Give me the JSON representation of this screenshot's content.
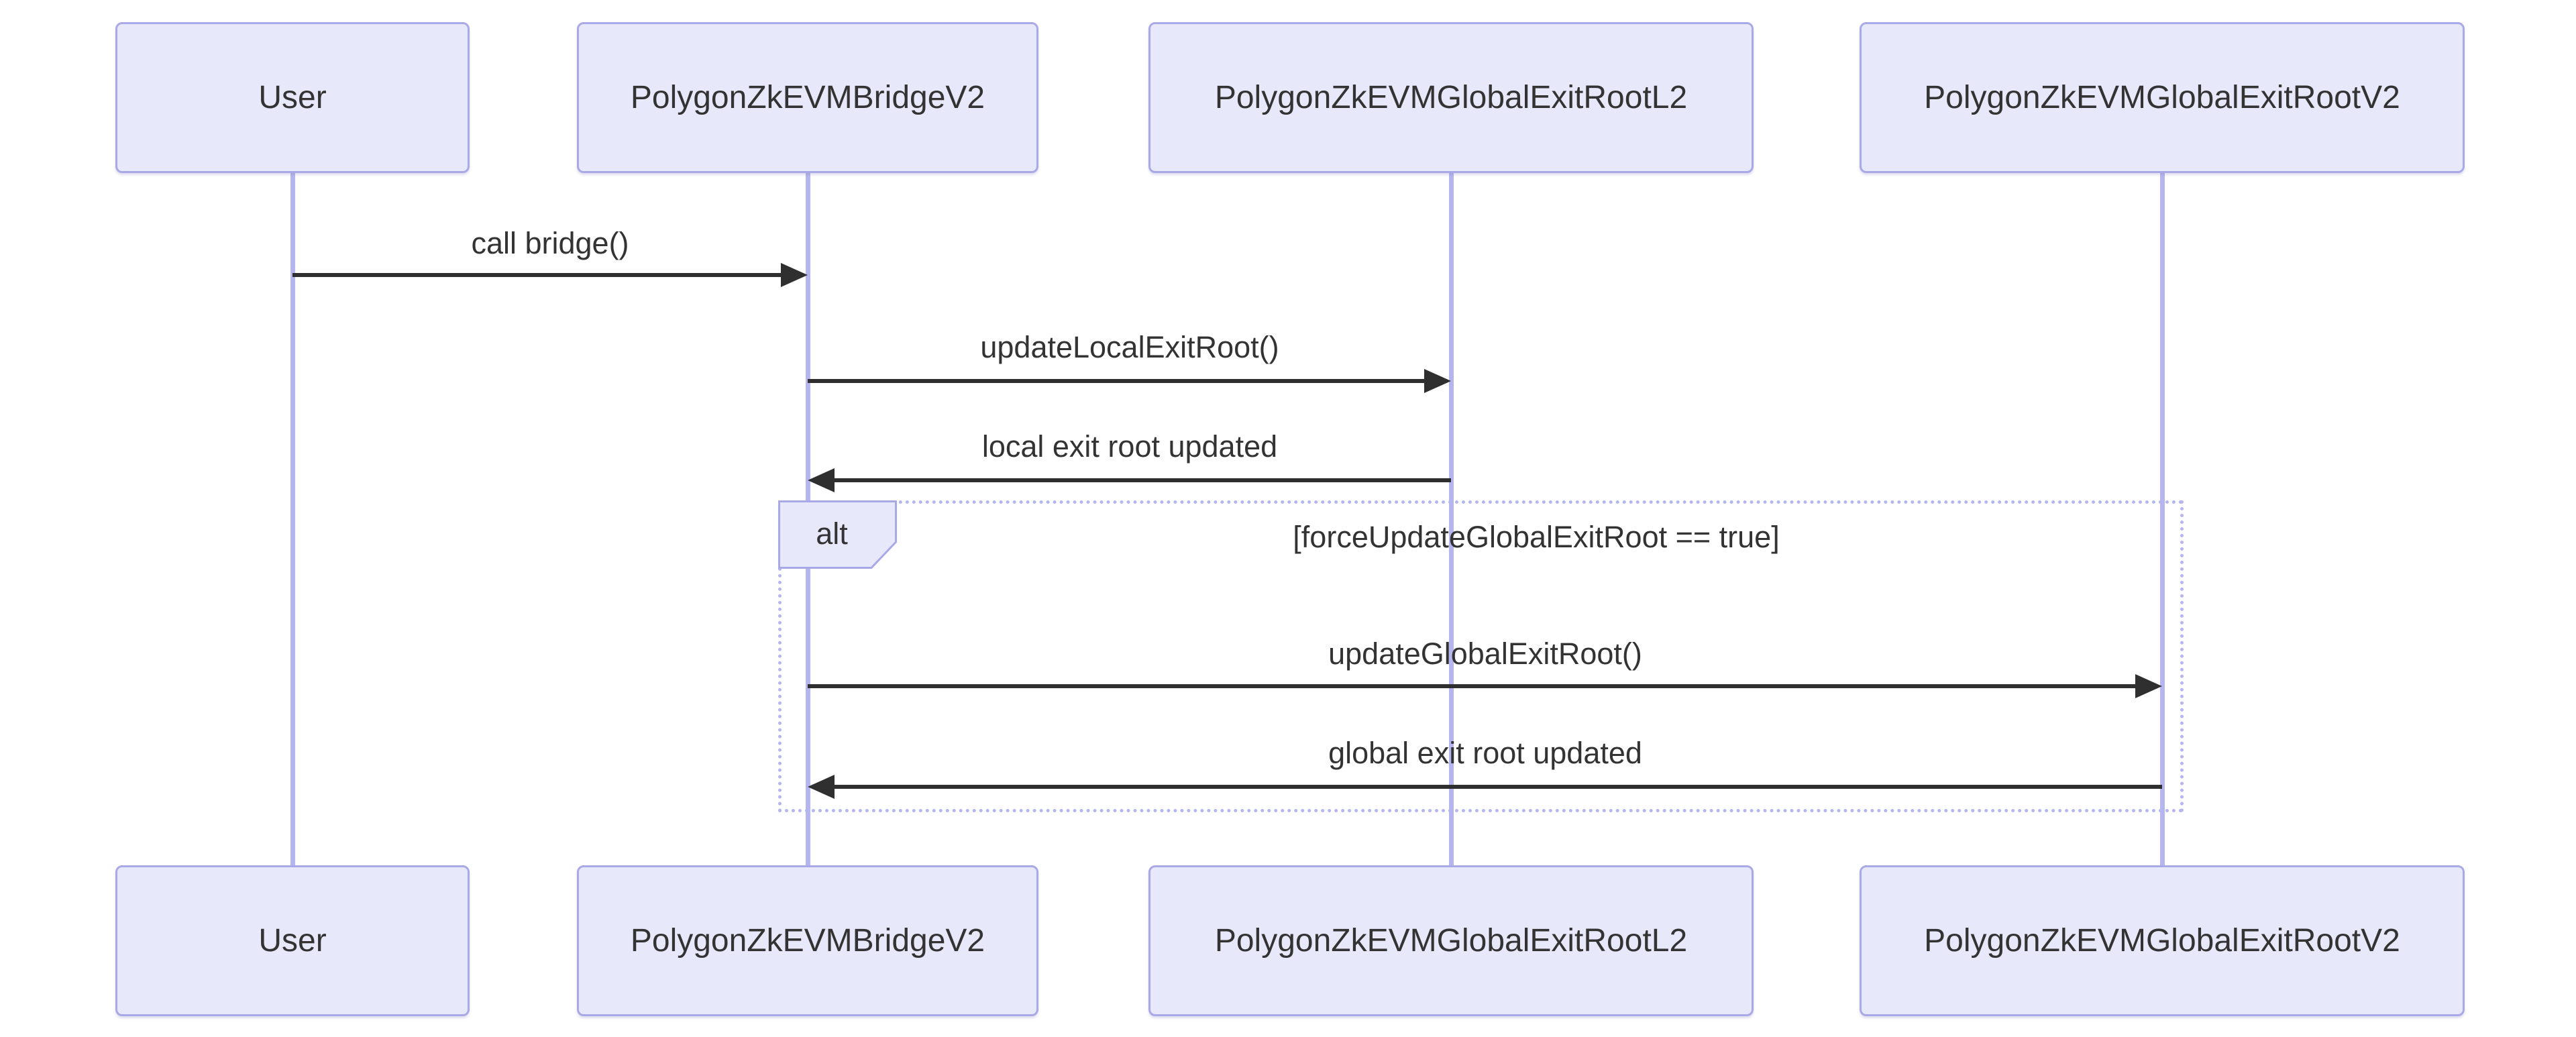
{
  "diagram": {
    "type": "sequence-diagram",
    "actors": [
      {
        "name": "User"
      },
      {
        "name": "PolygonZkEVMBridgeV2"
      },
      {
        "name": "PolygonZkEVMGlobalExitRootL2"
      },
      {
        "name": "PolygonZkEVMGlobalExitRootV2"
      }
    ],
    "messages": [
      {
        "label": "call bridge()",
        "from": "User",
        "to": "PolygonZkEVMBridgeV2",
        "direction": "right"
      },
      {
        "label": "updateLocalExitRoot()",
        "from": "PolygonZkEVMBridgeV2",
        "to": "PolygonZkEVMGlobalExitRootL2",
        "direction": "right"
      },
      {
        "label": "local exit root updated",
        "from": "PolygonZkEVMGlobalExitRootL2",
        "to": "PolygonZkEVMBridgeV2",
        "direction": "left"
      },
      {
        "label": "updateGlobalExitRoot()",
        "from": "PolygonZkEVMBridgeV2",
        "to": "PolygonZkEVMGlobalExitRootV2",
        "direction": "right"
      },
      {
        "label": "global exit root updated",
        "from": "PolygonZkEVMGlobalExitRootV2",
        "to": "PolygonZkEVMBridgeV2",
        "direction": "left"
      }
    ],
    "alt_frame": {
      "operator": "alt",
      "condition": "[forceUpdateGlobalExitRoot == true]"
    },
    "colors": {
      "background": "#ffffff",
      "actor_fill": "#e8e8fb",
      "actor_border": "#a9a9e8",
      "lifeline": "#b5b5ef",
      "frame_border": "#b5b5ef",
      "arrow": "#2f2f2f",
      "text": "#333333"
    }
  }
}
